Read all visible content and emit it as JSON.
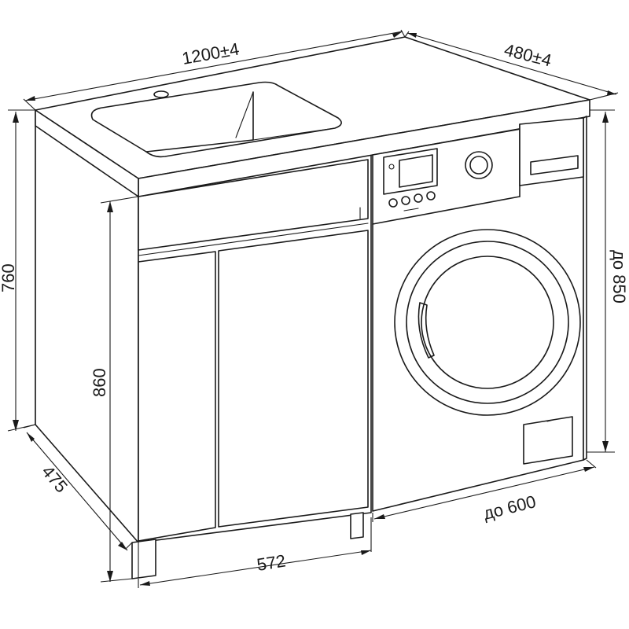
{
  "dimensions": {
    "countertop_width": "1200±4",
    "countertop_depth": "480±4",
    "cabinet_height": "760",
    "total_height": "860",
    "machine_height_max": "до 850",
    "cabinet_side_depth": "475",
    "cabinet_width": "572",
    "machine_width_max": "до 600"
  }
}
